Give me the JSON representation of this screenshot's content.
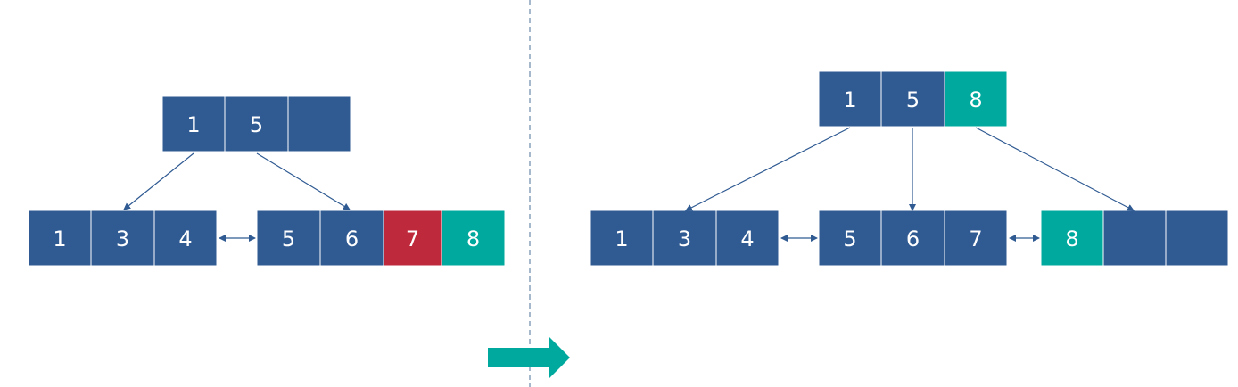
{
  "colors": {
    "node": "#2f5a92",
    "highlight_red": "#be2a3c",
    "highlight_teal": "#00a99d",
    "line": "#2f5a92",
    "divider": "#4e7398",
    "arrow": "#00a99d"
  },
  "before": {
    "root": [
      {
        "label": "1",
        "color": "node"
      },
      {
        "label": "5",
        "color": "node"
      },
      {
        "label": "",
        "color": "node"
      }
    ],
    "leaf_left": [
      {
        "label": "1",
        "color": "node"
      },
      {
        "label": "3",
        "color": "node"
      },
      {
        "label": "4",
        "color": "node"
      }
    ],
    "leaf_right": [
      {
        "label": "5",
        "color": "node"
      },
      {
        "label": "6",
        "color": "node"
      },
      {
        "label": "7",
        "color": "highlight_red"
      },
      {
        "label": "8",
        "color": "highlight_teal"
      }
    ]
  },
  "after": {
    "root": [
      {
        "label": "1",
        "color": "node"
      },
      {
        "label": "5",
        "color": "node"
      },
      {
        "label": "8",
        "color": "highlight_teal"
      }
    ],
    "leaf_1": [
      {
        "label": "1",
        "color": "node"
      },
      {
        "label": "3",
        "color": "node"
      },
      {
        "label": "4",
        "color": "node"
      }
    ],
    "leaf_2": [
      {
        "label": "5",
        "color": "node"
      },
      {
        "label": "6",
        "color": "node"
      },
      {
        "label": "7",
        "color": "node"
      }
    ],
    "leaf_3": [
      {
        "label": "8",
        "color": "highlight_teal"
      },
      {
        "label": "",
        "color": "node"
      },
      {
        "label": "",
        "color": "node"
      }
    ]
  },
  "transition_arrow_icon": "right-arrow-icon"
}
